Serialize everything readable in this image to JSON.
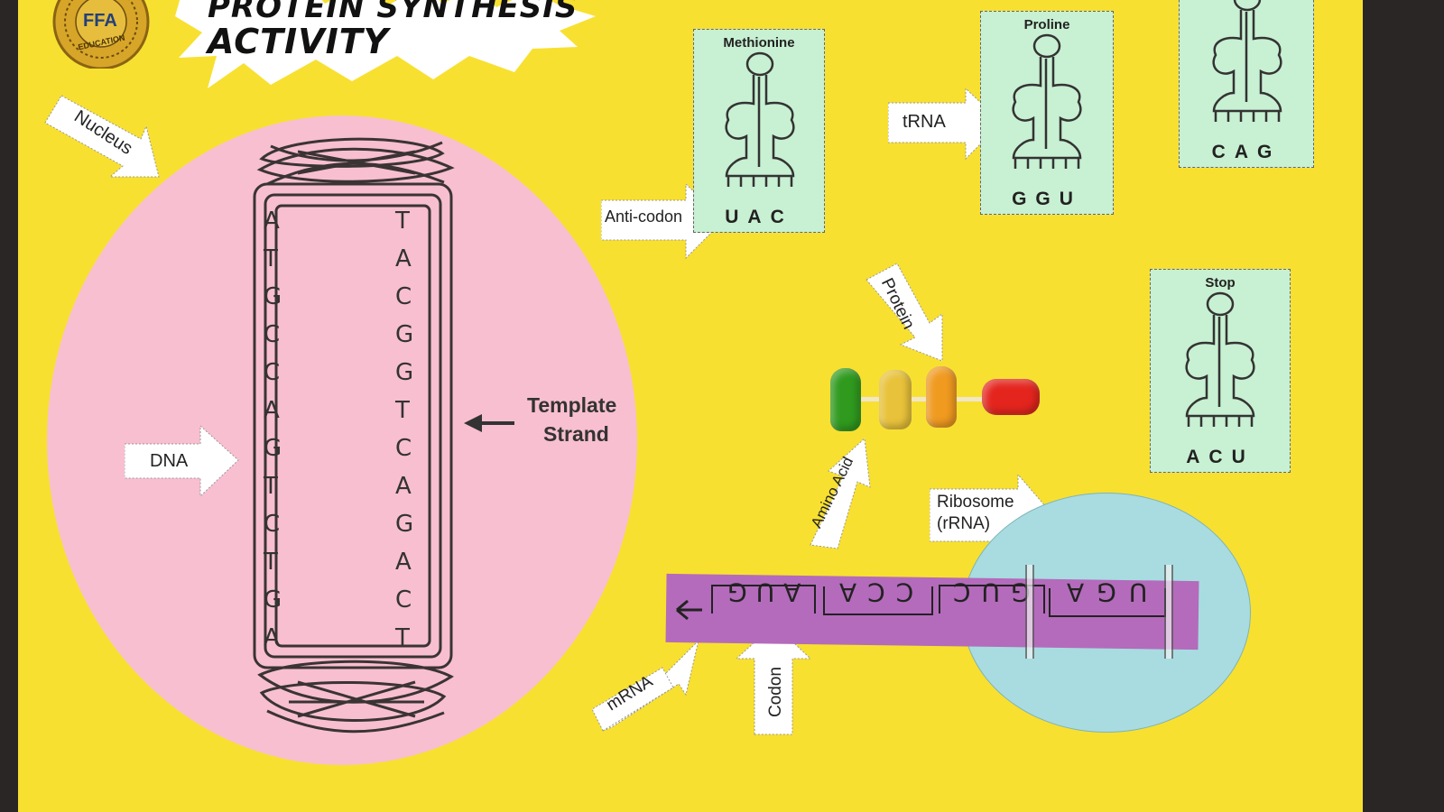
{
  "title": {
    "line1": "PROTEIN SYNTHESIS",
    "line2": "ACTIVITY"
  },
  "logo": {
    "text": "FFA",
    "ring_text": "EDUCATION"
  },
  "labels": {
    "nucleus": "Nucleus",
    "dna": "DNA",
    "template_strand": [
      "Template",
      "Strand"
    ],
    "anticodon": "Anti-codon",
    "trna": "tRNA",
    "protein": "Protein",
    "amino_acid": "Amino Acid",
    "ribosome": [
      "Ribosome",
      "(rRNA)"
    ],
    "mrna": "mRNA",
    "codon": "Codon"
  },
  "dna": {
    "left_strand": [
      "A",
      "T",
      "G",
      "C",
      "C",
      "A",
      "G",
      "T",
      "C",
      "T",
      "G",
      "A"
    ],
    "right_strand": [
      "T",
      "A",
      "C",
      "G",
      "G",
      "T",
      "C",
      "A",
      "G",
      "A",
      "C",
      "T"
    ]
  },
  "trna_cards": [
    {
      "name": "Methionine",
      "anticodon": "UAC"
    },
    {
      "name": "Proline",
      "anticodon": "GGU"
    },
    {
      "name": "",
      "anticodon": "CAG"
    },
    {
      "name": "Stop",
      "anticodon": "ACU"
    }
  ],
  "mrna": {
    "codons": [
      "AUG",
      "CCA",
      "GUC",
      "UGA"
    ]
  },
  "gummy_colors": [
    "#2f9a1e",
    "#e8c23a",
    "#f09a20",
    "#e4251e"
  ],
  "colors": {
    "board": "#f8e030",
    "nucleus": "#f8bfd0",
    "ribosome": "#a8dce0",
    "mrna": "#b46bbb",
    "card": "#c8f0d2"
  }
}
